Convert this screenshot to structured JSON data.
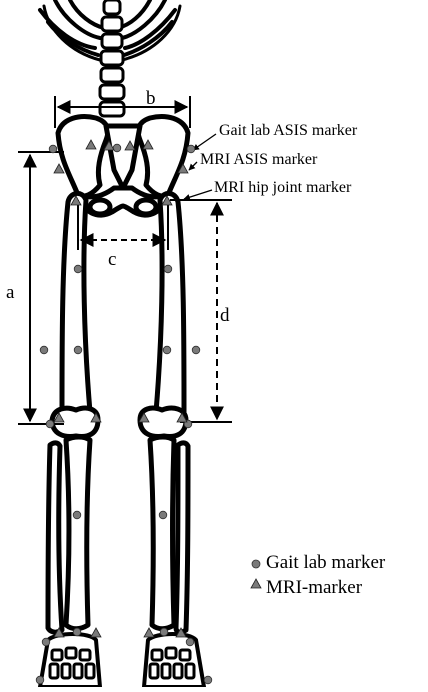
{
  "callouts": {
    "gait_asis": "Gait lab ASIS marker",
    "mri_asis": "MRI ASIS marker",
    "mri_hip": "MRI hip joint marker"
  },
  "dimensions": {
    "a": "a",
    "b": "b",
    "c": "c",
    "d": "d"
  },
  "legend": {
    "gait_label": "Gait lab marker",
    "mri_label": "MRI-marker"
  },
  "colors": {
    "bone_outline": "#000000",
    "bone_fill": "#ffffff",
    "marker_fill": "#7a7a7a",
    "marker_stroke": "#333333"
  },
  "icons": {
    "gait_marker": "grey-circle",
    "mri_marker": "grey-triangle"
  }
}
